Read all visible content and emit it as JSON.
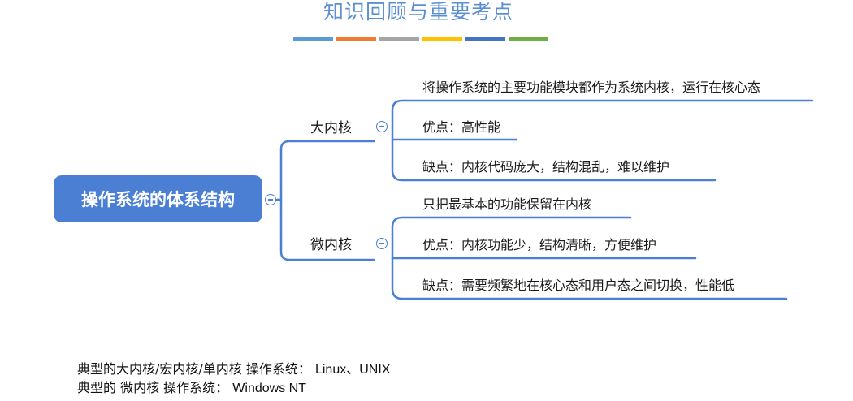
{
  "title": "知识回顾与重要考点",
  "accent_bars": [
    "#5b9bd5",
    "#ed7d31",
    "#a5a5a5",
    "#ffc000",
    "#4472c4",
    "#70ad47"
  ],
  "line_color": "#4a7fd4",
  "root": {
    "label": "操作系统的体系结构"
  },
  "branches": [
    {
      "label": "大内核",
      "children": [
        "将操作系统的主要功能模块都作为系统内核，运行在核心态",
        "优点：高性能",
        "缺点：内核代码庞大，结构混乱，难以维护"
      ]
    },
    {
      "label": "微内核",
      "children": [
        "只把最基本的功能保留在内核",
        "优点：内核功能少，结构清晰，方便维护",
        "缺点：需要频繁地在核心态和用户态之间切换，性能低"
      ]
    }
  ],
  "notes": [
    {
      "cn": "典型的大内核/宏内核/单内核 操作系统：",
      "en": "Linux、UNIX"
    },
    {
      "cn": "典型的 微内核 操作系统：",
      "en": "Windows NT"
    }
  ]
}
